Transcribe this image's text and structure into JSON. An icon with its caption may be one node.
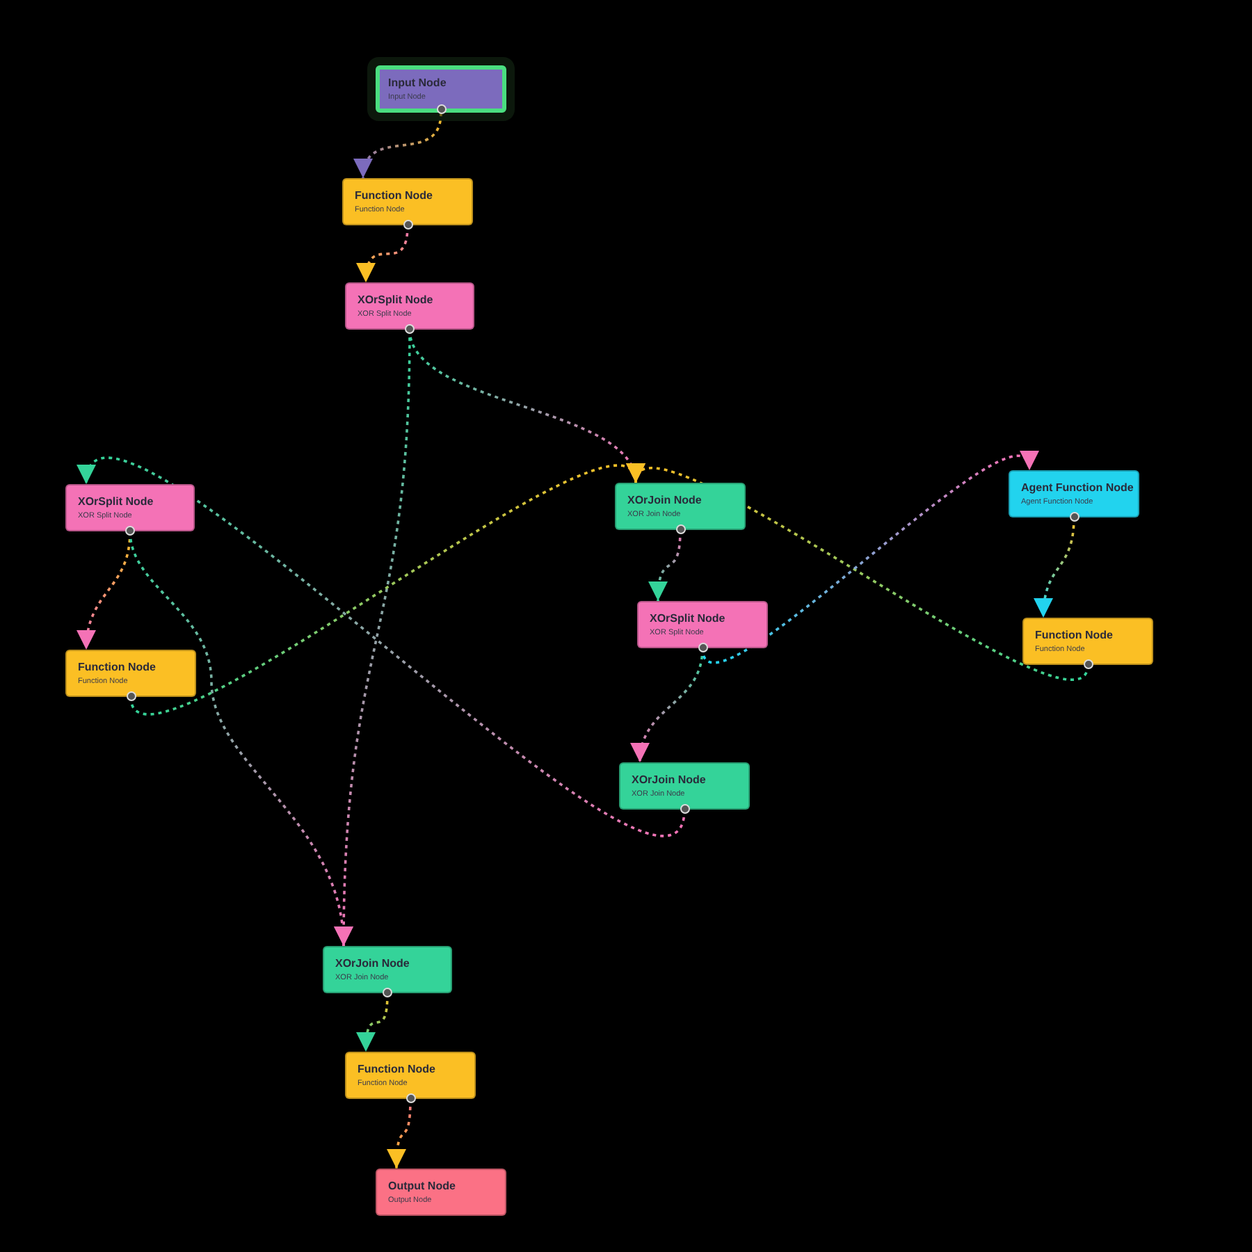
{
  "diagram": {
    "nodes": [
      {
        "text": [
          "Input Node",
          "Input Node"
        ]
      },
      {
        "text": [
          "Function Node",
          "Function Node"
        ]
      },
      {
        "text": [
          "XOrSplit Node",
          "XOR Split Node"
        ]
      },
      {
        "text": [
          "XOrSplit Node",
          "XOR Split Node"
        ]
      },
      {
        "text": [
          "XOrJoin Node",
          "XOR Join Node"
        ]
      },
      {
        "text": [
          "Agent Function Node",
          "Agent Function Node"
        ]
      },
      {
        "text": [
          "XOrSplit Node",
          "XOR Split Node"
        ]
      },
      {
        "text": [
          "Function Node",
          "Function Node"
        ]
      },
      {
        "text": [
          "Function Node",
          "Function Node"
        ]
      },
      {
        "text": [
          "XOrJoin Node",
          "XOR Join Node"
        ]
      },
      {
        "text": [
          "XOrJoin Node",
          "XOR Join Node"
        ]
      },
      {
        "text": [
          "Function Node",
          "Function Node"
        ]
      },
      {
        "text": [
          "Output Node",
          "Output Node"
        ]
      }
    ],
    "edges": [
      {
        "from": 0,
        "to": 1,
        "arrow": "to",
        "style": "dashed"
      },
      {
        "from": 1,
        "to": 2,
        "arrow": "to",
        "style": "dashed"
      },
      {
        "from": 2,
        "to": 4,
        "arrow": "to",
        "style": "dashed"
      },
      {
        "from": 2,
        "to": 10,
        "arrow": "to",
        "style": "dashed"
      },
      {
        "from": 3,
        "to": 8,
        "arrow": "to",
        "style": "dashed"
      },
      {
        "from": 3,
        "to": 10,
        "arrow": "to",
        "style": "dashed"
      },
      {
        "from": 9,
        "to": 3,
        "arrow": "to",
        "style": "dashed"
      },
      {
        "from": 8,
        "to": 4,
        "arrow": "to",
        "style": "dashed"
      },
      {
        "from": 7,
        "to": 4,
        "arrow": "to",
        "style": "dashed"
      },
      {
        "from": 4,
        "to": 6,
        "arrow": "to",
        "style": "dashed"
      },
      {
        "from": 6,
        "to": 9,
        "arrow": "to",
        "style": "dashed"
      },
      {
        "from": 6,
        "to": 5,
        "arrow": "to",
        "style": "dashed"
      },
      {
        "from": 5,
        "to": 7,
        "arrow": "to",
        "style": "dashed"
      },
      {
        "from": 10,
        "to": 11,
        "arrow": "to",
        "style": "dashed"
      },
      {
        "from": 11,
        "to": 12,
        "arrow": "to",
        "style": "dashed"
      }
    ]
  }
}
